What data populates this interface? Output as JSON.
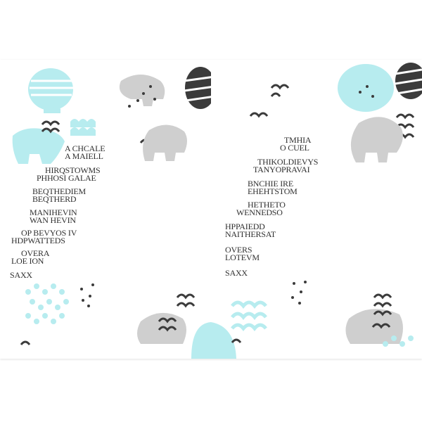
{
  "colors": {
    "aqua": "#b7ecef",
    "gray": "#cfcfcf",
    "dark": "#3b3b3b",
    "text": "#2f2f2f"
  },
  "left_panel": {
    "lines": [
      "A CHCALE",
      "A MAIELL",
      "HIRQSTOWMS",
      "PHHOSI GALAE",
      "BEQTHEDIEM",
      "BEQTHERD",
      "MANIHEVIN",
      "WAN HEVIN",
      "OP BEVYOS IV",
      "HDPWATTEDS",
      "OVERA",
      "LOE ION",
      "SAXX"
    ]
  },
  "right_panel": {
    "lines": [
      "TMHIA",
      "O CUEL",
      "THIKOLDIEVYS",
      "TANYOPRAVAI",
      "BNCHIE IRE",
      "EHEHTSTOM",
      "HETHETO",
      "WENNEDSO",
      "HPPAIEDD",
      "NAITHERSAT",
      "OVERS",
      "LOTEVM",
      "SAXX"
    ]
  }
}
